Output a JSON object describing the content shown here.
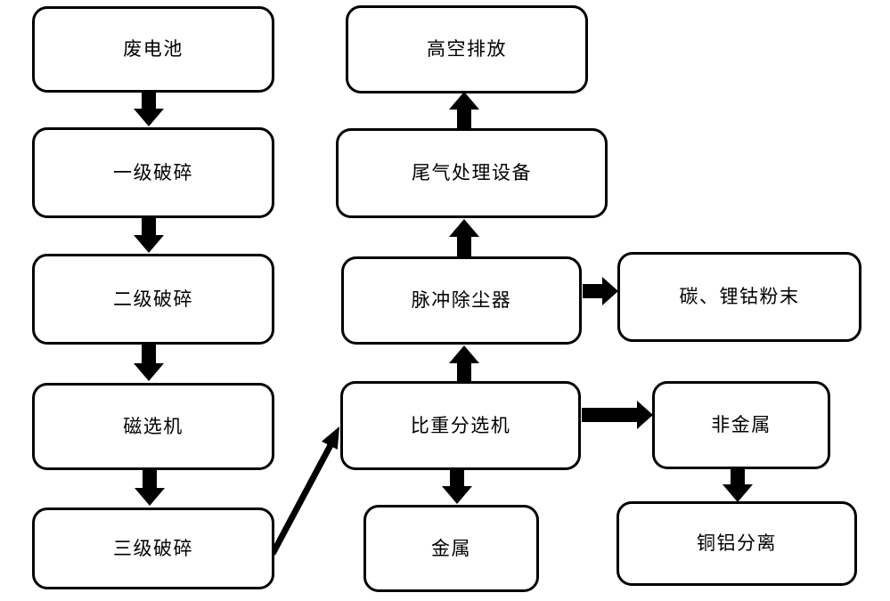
{
  "diagram": {
    "type": "flowchart",
    "colors": {
      "background": "#ffffff",
      "node_fill": "#ffffff",
      "node_border": "#000000",
      "arrow": "#000000",
      "text": "#000000"
    },
    "nodes": {
      "waste_battery": {
        "label": "废电池"
      },
      "primary_crushing": {
        "label": "一级破碎"
      },
      "secondary_crushing": {
        "label": "二级破碎"
      },
      "magnetic_separator": {
        "label": "磁选机"
      },
      "tertiary_crushing": {
        "label": "三级破碎"
      },
      "high_altitude_discharge": {
        "label": "高空排放"
      },
      "tail_gas_treatment": {
        "label": "尾气处理设备"
      },
      "pulse_dust_collector": {
        "label": "脉冲除尘器"
      },
      "gravity_separator": {
        "label": "比重分选机"
      },
      "metal": {
        "label": "金属"
      },
      "carbon_lithium_cobalt_powder": {
        "label": "碳、锂钴粉末"
      },
      "non_metal": {
        "label": "非金属"
      },
      "copper_aluminum_separation": {
        "label": "铜铝分离"
      }
    },
    "edges": [
      {
        "from": "废电池",
        "to": "一级破碎",
        "direction": "down"
      },
      {
        "from": "一级破碎",
        "to": "二级破碎",
        "direction": "down"
      },
      {
        "from": "二级破碎",
        "to": "磁选机",
        "direction": "down"
      },
      {
        "from": "磁选机",
        "to": "三级破碎",
        "direction": "down"
      },
      {
        "from": "三级破碎",
        "to": "比重分选机",
        "direction": "diagonal-up-right"
      },
      {
        "from": "比重分选机",
        "to": "脉冲除尘器",
        "direction": "up"
      },
      {
        "from": "脉冲除尘器",
        "to": "尾气处理设备",
        "direction": "up"
      },
      {
        "from": "尾气处理设备",
        "to": "高空排放",
        "direction": "up"
      },
      {
        "from": "脉冲除尘器",
        "to": "碳、锂钴粉末",
        "direction": "right"
      },
      {
        "from": "比重分选机",
        "to": "非金属",
        "direction": "right"
      },
      {
        "from": "比重分选机",
        "to": "金属",
        "direction": "down"
      },
      {
        "from": "非金属",
        "to": "铜铝分离",
        "direction": "down"
      }
    ]
  }
}
